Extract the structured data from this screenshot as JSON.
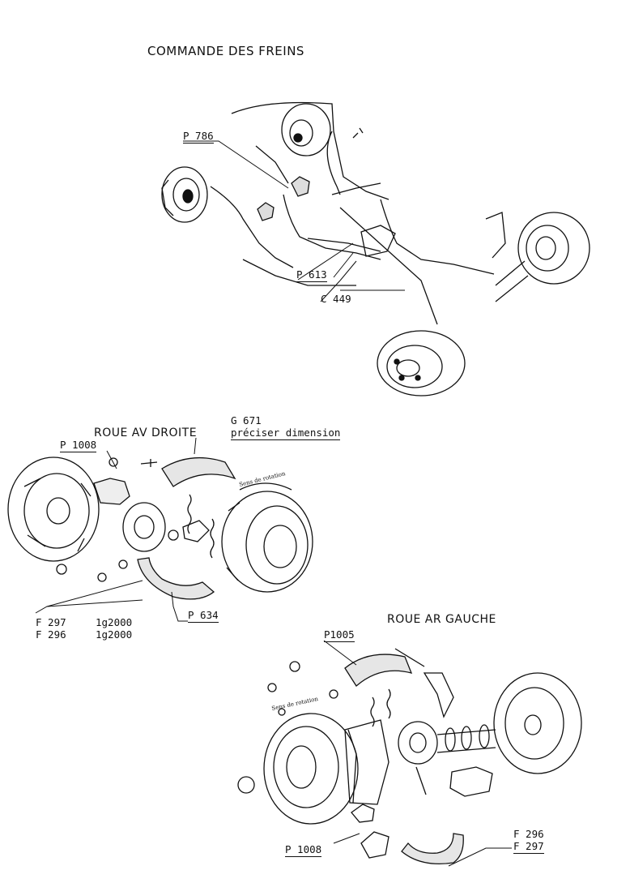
{
  "titles": {
    "main": "COMMANDE DES FREINS",
    "front_right": "ROUE AV DROITE",
    "rear_left": "ROUE AR GAUCHE"
  },
  "labels": {
    "p786": "P 786",
    "p613": "P 613",
    "c449": "C 449",
    "g671": "G 671",
    "g671_note": "préciser dimension",
    "p1008_front": "P 1008",
    "f297_front": "F 297",
    "f297_front_len": "1g2000",
    "f296_front": "F 296",
    "f296_front_len": "1g2000",
    "p634": "P 634",
    "p1005": "P1005",
    "p1008_rear": "P 1008",
    "f296_rear": "F 296",
    "f297_rear": "F 297"
  }
}
